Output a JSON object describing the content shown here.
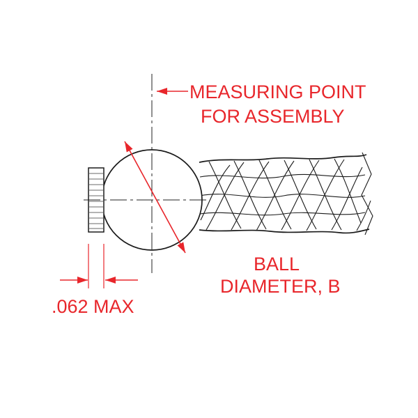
{
  "diagram": {
    "labels": {
      "measuring_point_line1": "MEASURING POINT",
      "measuring_point_line2": "FOR ASSEMBLY",
      "ball_diameter_line1": "BALL",
      "ball_diameter_line2": "DIAMETER, B",
      "collar_width": ".062 MAX"
    },
    "colors": {
      "annotation_red": "#E8262B",
      "geometry_black": "#1A1A1A",
      "background": "#FFFFFF"
    }
  }
}
